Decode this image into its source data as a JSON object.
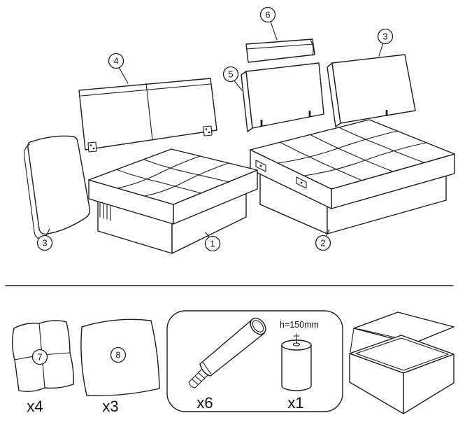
{
  "diagram": {
    "background": "#ffffff",
    "line_color": "#1c1c1c",
    "callouts": {
      "c1": "1",
      "c2": "2",
      "c3": "3",
      "c4": "4",
      "c5": "5",
      "c6": "6",
      "c7": "7",
      "c8": "8"
    },
    "quantities": {
      "tufted_pillow": "x4",
      "plain_pillow": "x3",
      "leg": "x6",
      "support_cylinder": "x1"
    },
    "dimension_label": "h=150mm"
  }
}
